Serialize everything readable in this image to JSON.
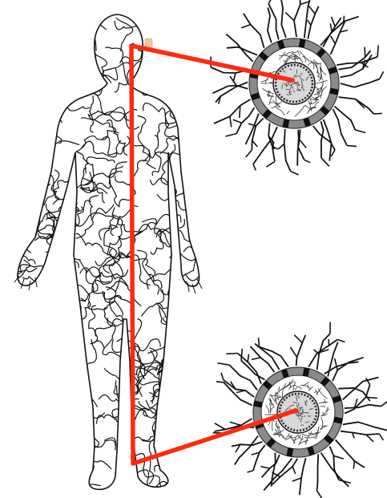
{
  "figure": {
    "colors": {
      "background": "#ffffff",
      "network_line": "#111111",
      "connector": "#ff2a10",
      "cell_ring": "#8a8a8a",
      "nucleus": "#5a5a5a",
      "marker": "#f3c9a0"
    },
    "elements": {
      "body": "human-silhouette-filled-with-fibre-network",
      "upper_cell": "cell-cross-section-with-fibre-connections",
      "lower_cell": "cell-cross-section-with-fibre-connections"
    },
    "cell_labels": {
      "upper_side": "",
      "lower_side": "",
      "lower_bottom": ""
    }
  }
}
